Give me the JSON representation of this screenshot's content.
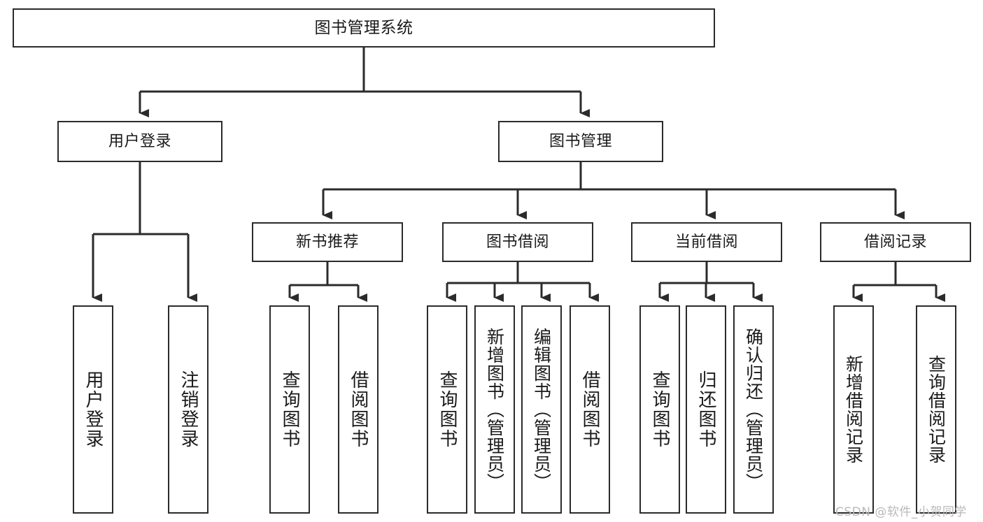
{
  "diagram": {
    "title": "图书管理系统",
    "type": "tree-hierarchy-diagram",
    "root": {
      "label": "图书管理系统"
    },
    "level2": [
      {
        "label": "用户登录"
      },
      {
        "label": "图书管理"
      }
    ],
    "level3": [
      {
        "label": "新书推荐"
      },
      {
        "label": "图书借阅"
      },
      {
        "label": "当前借阅"
      },
      {
        "label": "借阅记录"
      }
    ],
    "leaves": {
      "user_login": [
        {
          "label": "用户登录"
        },
        {
          "label": "注销登录"
        }
      ],
      "new_book_recommend": [
        {
          "label": "查询图书"
        },
        {
          "label": "借阅图书"
        }
      ],
      "book_borrow": [
        {
          "label": "查询图书"
        },
        {
          "label": "新增图书（管理员）"
        },
        {
          "label": "编辑图书（管理员）"
        },
        {
          "label": "借阅图书"
        }
      ],
      "current_borrow": [
        {
          "label": "查询图书"
        },
        {
          "label": "归还图书"
        },
        {
          "label": "确认归还（管理员）"
        }
      ],
      "borrow_record": [
        {
          "label": "新增借阅记录"
        },
        {
          "label": "查询借阅记录"
        }
      ]
    }
  },
  "watermark": {
    "text": "CSDN @软件_小贺同学"
  },
  "colors": {
    "border": "#2b2b2b",
    "background": "#ffffff",
    "text": "#1a1a1a",
    "watermark": "#b9b9b9"
  }
}
